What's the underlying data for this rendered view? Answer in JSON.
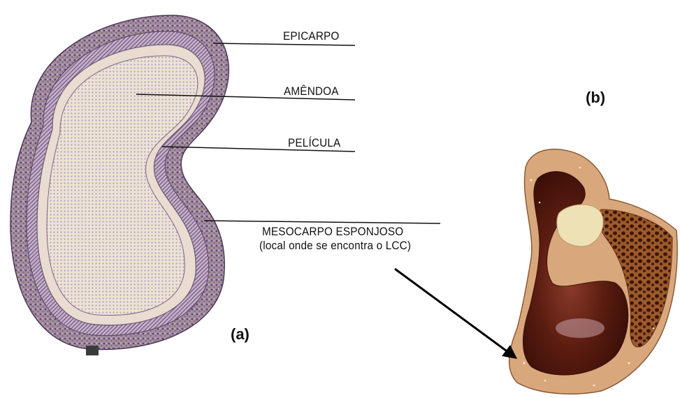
{
  "panel_a": {
    "tag": "(a)",
    "labels": {
      "epicarpo": "EPICARPO",
      "amendoa": "AMÊNDOA",
      "pelicula": "PELÍCULA",
      "mesocarpo_line1": "MESOCARPO ESPONJOSO",
      "mesocarpo_line2": "(local onde se encontra o LCC)"
    },
    "colors": {
      "outer_layer": "#8a6f93",
      "inner_layers": "#b79fbe",
      "kernel": "#e6dccb"
    }
  },
  "panel_b": {
    "tag": "(b)",
    "colors": {
      "shell": "#d9a77c",
      "cavity": "#5a1c10",
      "foam": "#8f4a22"
    }
  }
}
